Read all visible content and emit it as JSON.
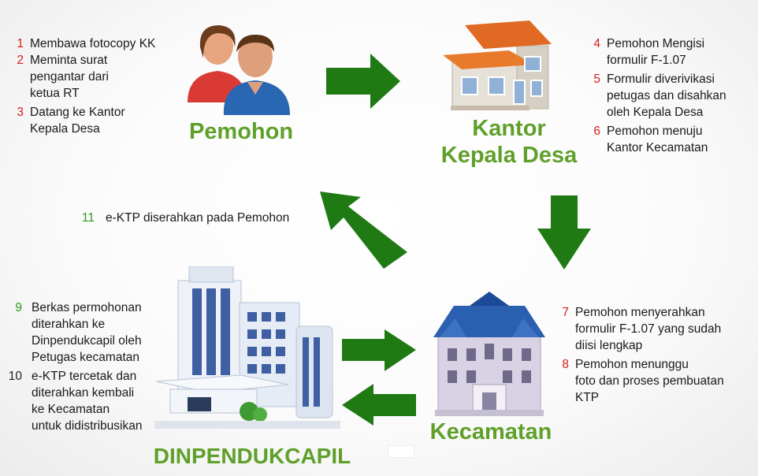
{
  "nodes": {
    "pemohon": {
      "title": "Pemohon"
    },
    "kantor_desa": {
      "title": "Kantor\nKepala Desa"
    },
    "kecamatan": {
      "title": "Kecamatan"
    },
    "dinpendukcapil": {
      "title": "DINPENDUKCAPIL"
    }
  },
  "steps": {
    "pemohon": [
      {
        "num": "1",
        "text": "Membawa fotocopy KK"
      },
      {
        "num": "2",
        "text": "Meminta surat\npengantar dari\nketua RT"
      },
      {
        "num": "3",
        "text": "Datang ke Kantor\nKepala Desa"
      }
    ],
    "kantor_desa": [
      {
        "num": "4",
        "text": "Pemohon Mengisi\nformulir F-1.07"
      },
      {
        "num": "5",
        "text": "Formulir diverivikasi\npetugas dan disahkan\noleh Kepala Desa"
      },
      {
        "num": "6",
        "text": "Pemohon menuju\nKantor Kecamatan"
      }
    ],
    "kecamatan": [
      {
        "num": "7",
        "text": "Pemohon menyerahkan\nformulir F-1.07 yang sudah\ndiisi lengkap"
      },
      {
        "num": "8",
        "text": "Pemohon menunggu\nfoto dan proses pembuatan\nKTP"
      }
    ],
    "dinpendukcapil": [
      {
        "num": "9",
        "text": "Berkas permohonan\nditerahkan ke\nDinpendukcapil oleh\nPetugas kecamatan"
      },
      {
        "num": "10",
        "text": "e-KTP tercetak dan\nditerahkan kembali\nke Kecamatan\nuntuk didistribusikan"
      }
    ],
    "return": {
      "num": "11",
      "text": "e-KTP diserahkan pada Pemohon"
    }
  },
  "colors": {
    "title_green": "#5fa02a",
    "arrow_green": "#1f7a14",
    "step_number_red": "#d81e1e",
    "step_number_green": "#2d9a1f"
  },
  "icons": [
    "people-icon",
    "village-house-icon",
    "government-building-icon",
    "office-tower-icon"
  ]
}
